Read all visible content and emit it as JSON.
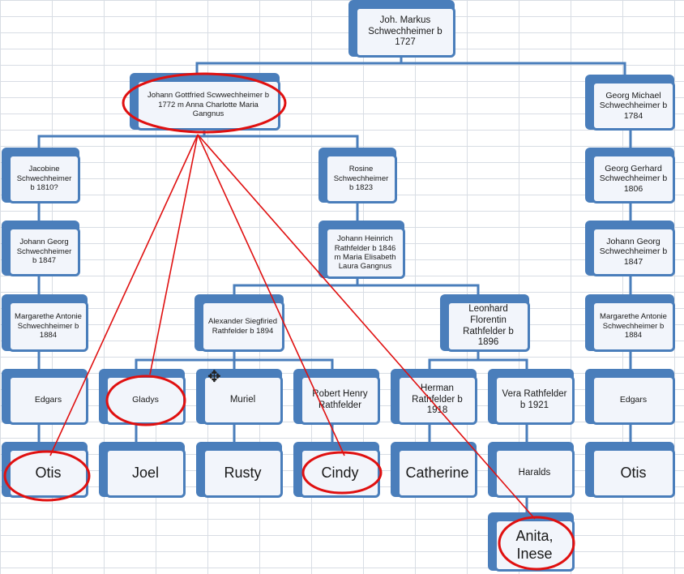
{
  "nodes": {
    "root": "Joh. Markus Schwechheimer b 1727",
    "johann_gottfried": "Johann Gottfried Scwwechheimer b 1772 m Anna Charlotte Maria Gangnus",
    "georg_michael": "Georg Michael Schwechheimer b 1784",
    "jacobine": "Jacobine Schwechheimer b 1810?",
    "rosine": "Rosine Schwechheimer b 1823",
    "georg_gerhard": "Georg Gerhard Schwechheimer b 1806",
    "johann_georg_left": "Johann Georg Schwechheimer b 1847",
    "johann_heinrich": "Johann Heinrich Rathfelder b 1846 m Maria Elisabeth Laura Gangnus",
    "johann_georg_right": "Johann Georg Schwechheimer b 1847",
    "margarethe_left": "Margarethe Antonie Schwechheimer b 1884",
    "alexander": "Alexander Siegfiried Rathfelder b 1894",
    "leonhard": "Leonhard Florentin Rathfelder b 1896",
    "margarethe_right": "Margarethe Antonie Schwechheimer b 1884",
    "edgars_left": "Edgars",
    "gladys": "Gladys",
    "muriel": "Muriel",
    "robert": "Robert Henry Rathfelder",
    "herman": "Herman Rathfelder b 1918",
    "vera": "Vera Rathfelder b 1921",
    "edgars_right": "Edgars",
    "otis_left": "Otis",
    "joel": "Joel",
    "rusty": "Rusty",
    "cindy": "Cindy",
    "catherine": "Catherine",
    "haralds": "Haralds",
    "otis_right": "Otis",
    "anita_inese": "Anita, Inese"
  },
  "colors": {
    "box_border": "#4a7ebb",
    "box_fill": "#f2f5fb",
    "connector": "#4a7ebb",
    "annotation": "#e01010"
  }
}
